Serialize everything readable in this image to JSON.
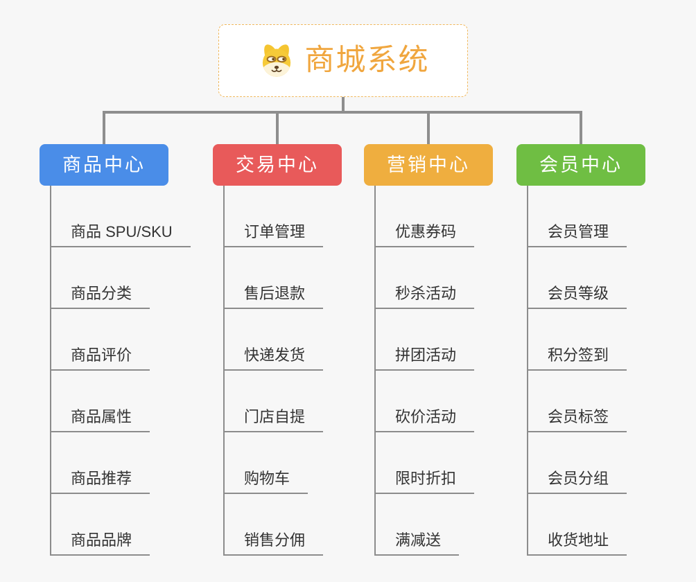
{
  "root": {
    "title": "商城系统",
    "icon": "dog-face-icon"
  },
  "branches": [
    {
      "label": "商品中心",
      "color": "#4a8de8",
      "children": [
        "商品 SPU/SKU",
        "商品分类",
        "商品评价",
        "商品属性",
        "商品推荐",
        "商品品牌"
      ]
    },
    {
      "label": "交易中心",
      "color": "#e85a5a",
      "children": [
        "订单管理",
        "售后退款",
        "快递发货",
        "门店自提",
        "购物车",
        "销售分佣"
      ]
    },
    {
      "label": "营销中心",
      "color": "#efae3f",
      "children": [
        "优惠券码",
        "秒杀活动",
        "拼团活动",
        "砍价活动",
        "限时折扣",
        "满减送"
      ]
    },
    {
      "label": "会员中心",
      "color": "#6fbe43",
      "children": [
        "会员管理",
        "会员等级",
        "积分签到",
        "会员标签",
        "会员分组",
        "收货地址"
      ]
    }
  ],
  "colors": {
    "background": "#f7f7f7",
    "root_text": "#f0a63e",
    "root_border": "#f0b85c",
    "connector": "#8e8e8e",
    "child_line": "#8c8c8c",
    "child_text": "#333333",
    "header_text": "#ffffff"
  }
}
